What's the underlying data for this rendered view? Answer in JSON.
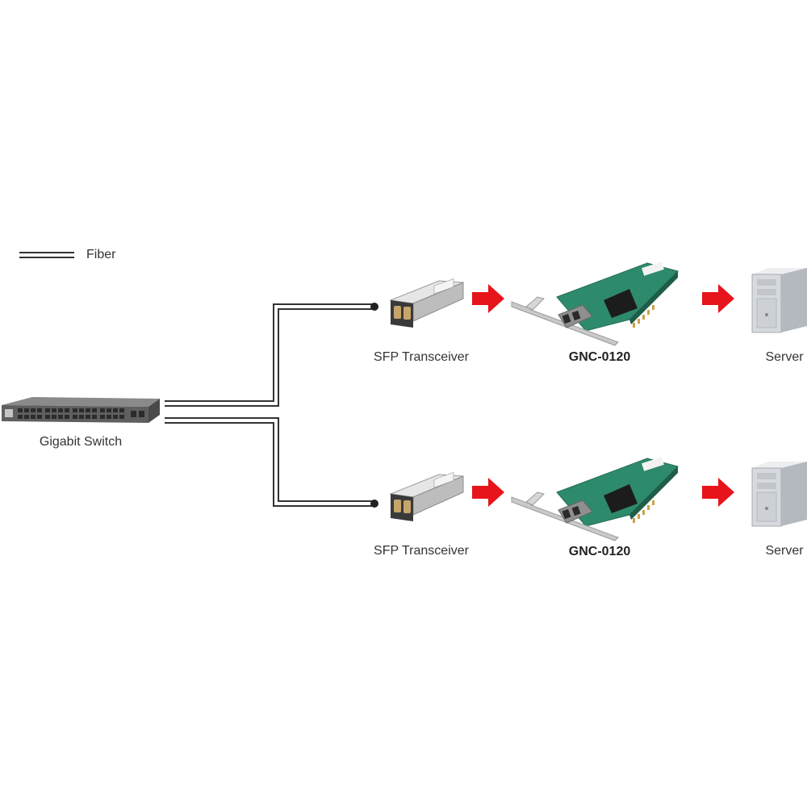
{
  "legend": {
    "label": "Fiber"
  },
  "switch": {
    "label": "Gigabit Switch"
  },
  "rows": [
    {
      "sfp_label": "SFP Transceiver",
      "nic_label": "GNC-0120",
      "server_label": "Server"
    },
    {
      "sfp_label": "SFP Transceiver",
      "nic_label": "GNC-0120",
      "server_label": "Server"
    }
  ],
  "colors": {
    "fiber": "#333333",
    "arrow": "#e8141c",
    "pcb": "#2e8a6c",
    "bracket": "#c9c9c9",
    "switch_body": "#6b6b6b",
    "server_body": "#d6d9dd"
  },
  "icons": [
    "fiber-legend-icon",
    "gigabit-switch-icon",
    "sfp-transceiver-icon",
    "arrow-right-icon",
    "nic-card-icon",
    "server-tower-icon"
  ]
}
